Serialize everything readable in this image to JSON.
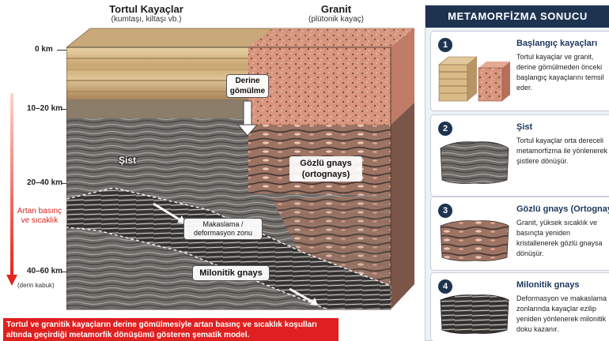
{
  "labels": {
    "sedimentary_title": "Tortul Kayaçlar",
    "sedimentary_sub": "(kumtaşı, kiltaşı vb.)",
    "granite_title": "Granit",
    "granite_sub": "(plütonik kayaç)"
  },
  "depth_scale": {
    "ticks": [
      "0 km",
      "10–20 km",
      "20–40 km",
      "40–60 km"
    ],
    "note": "(derin kabuk)",
    "pressure_label": "Artan basınç ve sıcaklık"
  },
  "block_labels": {
    "burial": "Derine gömülme",
    "schist": "Şist",
    "augen_gneiss": "Gözlü gnays (ortognays)",
    "shear_zone": "Makaslama / deformasyon zonu",
    "mylonitic_gneiss": "Milonitik gnays"
  },
  "caption": "Tortul ve granitik kayaçların derine gömülmesiyle artan basınç ve sıcaklık koşulları altında geçirdiği metamorfik dönüşümü gösteren şematik model.",
  "panel": {
    "title": "METAMORFİZMA SONUCU",
    "steps": [
      {
        "num": "1",
        "title": "Başlangıç kayaçları",
        "desc": "Tortul kayaçlar ve granit, derine gömülmeden önceki başlangıç kayaçlarını temsil eder."
      },
      {
        "num": "2",
        "title": "Şist",
        "desc": "Tortul kayaçlar orta dereceli metamorfizma ile yönlenerek şistlere dönüşür."
      },
      {
        "num": "3",
        "title": "Gözlü gnays (Ortognays)",
        "desc": "Granit, yüksek sıcaklık ve basınçta yeniden kristallenerek gözlü gnaysa dönüşür."
      },
      {
        "num": "4",
        "title": "Milonitik gnays",
        "desc": "Deformasyon ve makaslama zonlarında kayaçlar ezilip yeniden yönlenerek milonitik doku kazanır."
      }
    ]
  },
  "colors": {
    "accent_red": "#e02020",
    "panel_navy": "#1e3350",
    "granite": "#d9957e",
    "sandstone": "#d6b884",
    "schist": "#6d6a67"
  }
}
